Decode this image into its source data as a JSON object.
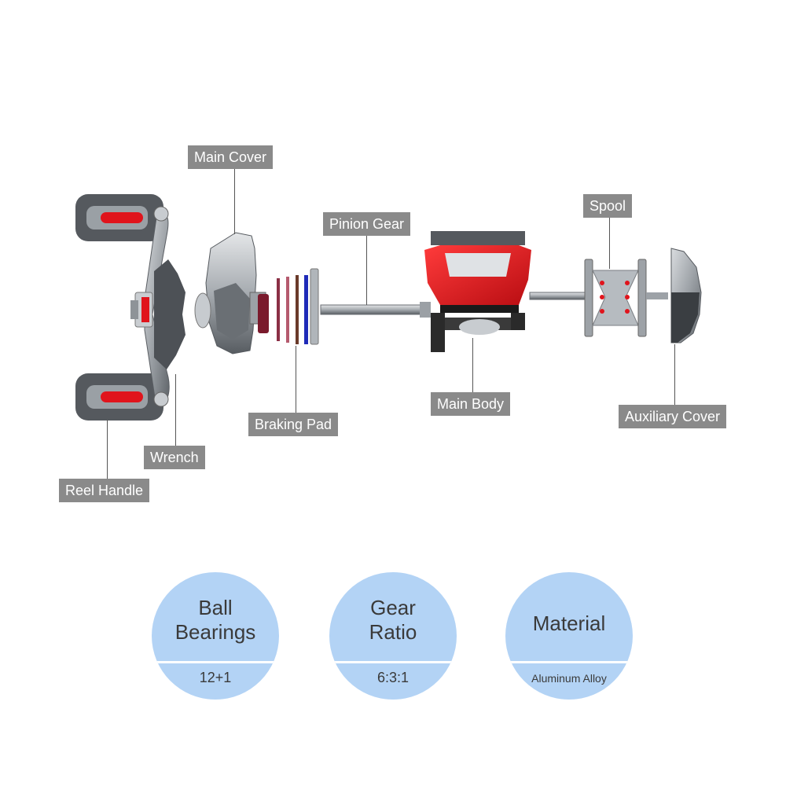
{
  "labels": {
    "main_cover": "Main Cover",
    "pinion_gear": "Pinion Gear",
    "spool": "Spool",
    "braking_pad": "Braking Pad",
    "main_body": "Main Body",
    "auxiliary_cover": "Auxiliary Cover",
    "wrench": "Wrench",
    "reel_handle": "Reel Handle"
  },
  "specs": [
    {
      "name_line1": "Ball",
      "name_line2": "Bearings",
      "value": "12+1"
    },
    {
      "name_line1": "Gear",
      "name_line2": "Ratio",
      "value": "6:3:1"
    },
    {
      "name_line1": "Material",
      "name_line2": "",
      "value": "Aluminum Alloy"
    }
  ],
  "colors": {
    "label_bg": "#8a8a8a",
    "spec_circle": "#b3d3f5",
    "accent_red": "#e0141c",
    "metal_gray": "#a9adb2"
  }
}
